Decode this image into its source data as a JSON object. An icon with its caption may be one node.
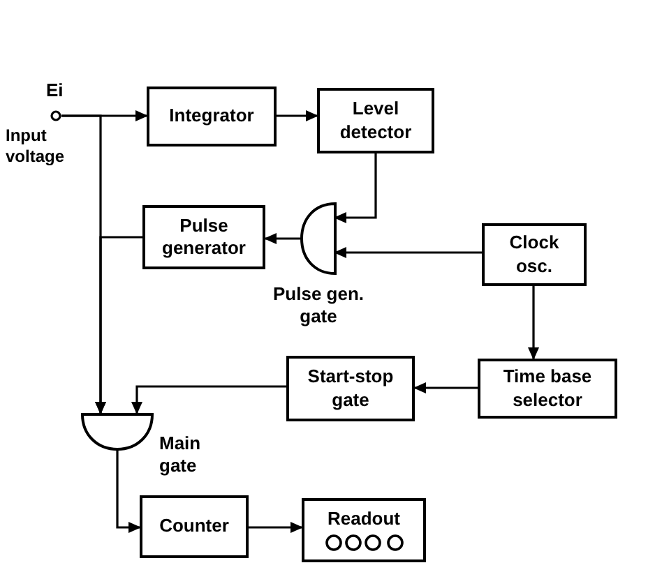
{
  "diagram": {
    "nodes": [
      {
        "text": [
          "Ei",
          "Input voltage"
        ]
      },
      {
        "text": [
          "Integrator"
        ]
      },
      {
        "text": [
          "Level detector"
        ]
      },
      {
        "text": [
          "Pulse generator"
        ]
      },
      {
        "text": [
          "Pulse gen. gate"
        ]
      },
      {
        "text": [
          "Clock osc."
        ]
      },
      {
        "text": [
          "Time base selector"
        ]
      },
      {
        "text": [
          "Start-stop gate"
        ]
      },
      {
        "text": [
          "Main gate"
        ]
      },
      {
        "text": [
          "Counter"
        ]
      },
      {
        "text": [
          "Readout"
        ]
      }
    ],
    "edges": [
      {
        "from": 0,
        "to": 1,
        "arrow": "to"
      },
      {
        "from": 0,
        "to": 8,
        "arrow": "to"
      },
      {
        "from": 1,
        "to": 2,
        "arrow": "to"
      },
      {
        "from": 2,
        "to": 4,
        "arrow": "to"
      },
      {
        "from": 5,
        "to": 4,
        "arrow": "to"
      },
      {
        "from": 4,
        "to": 3,
        "arrow": "to"
      },
      {
        "from": 3,
        "to": 8,
        "arrow": "to"
      },
      {
        "from": 5,
        "to": 6,
        "arrow": "to"
      },
      {
        "from": 6,
        "to": 7,
        "arrow": "to"
      },
      {
        "from": 7,
        "to": 8,
        "arrow": "to"
      },
      {
        "from": 8,
        "to": 9,
        "arrow": "to"
      },
      {
        "from": 9,
        "to": 10,
        "arrow": "to"
      }
    ]
  }
}
